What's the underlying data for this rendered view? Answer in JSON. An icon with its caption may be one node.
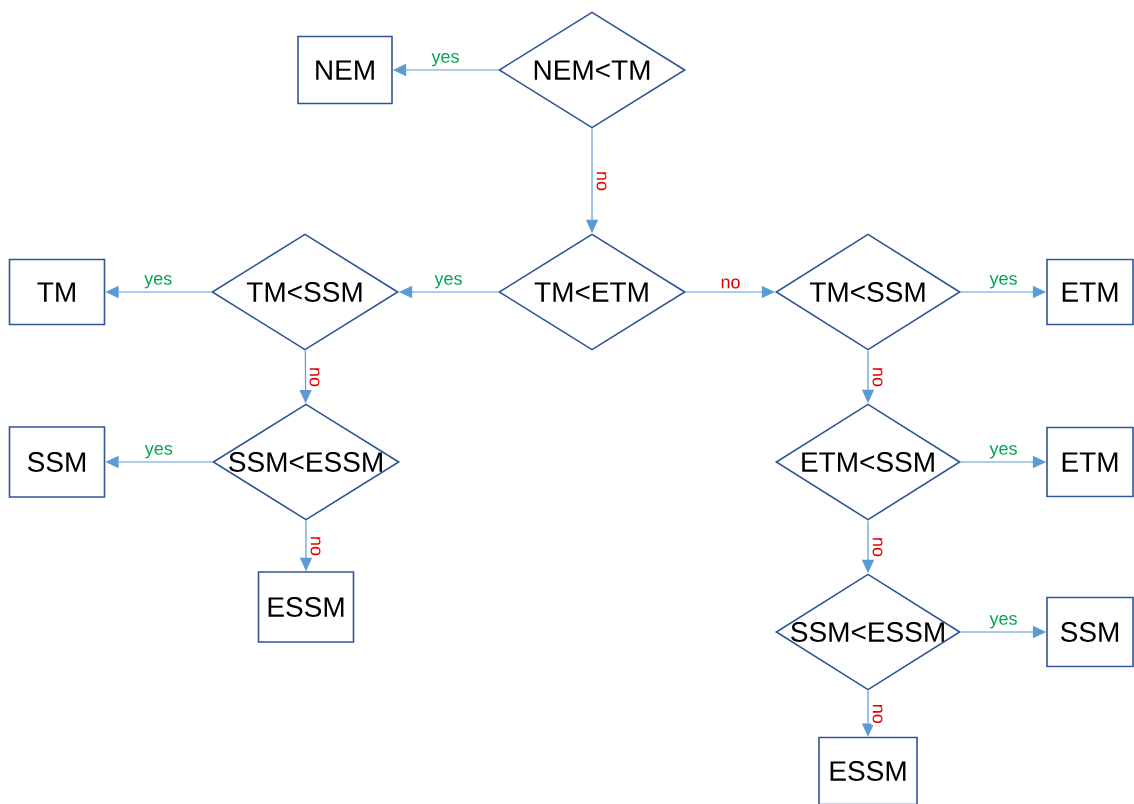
{
  "diagram": {
    "nodes": [
      {
        "text": [
          "NEM"
        ]
      },
      {
        "text": [
          "NEM<TM"
        ]
      },
      {
        "text": [
          "TM"
        ]
      },
      {
        "text": [
          "TM<SSM"
        ]
      },
      {
        "text": [
          "TM<ETM"
        ]
      },
      {
        "text": [
          "TM<SSM"
        ]
      },
      {
        "text": [
          "ETM"
        ]
      },
      {
        "text": [
          "SSM"
        ]
      },
      {
        "text": [
          "SSM<ESSM"
        ]
      },
      {
        "text": [
          "ETM<SSM"
        ]
      },
      {
        "text": [
          "ETM"
        ]
      },
      {
        "text": [
          "ESSM"
        ]
      },
      {
        "text": [
          "SSM<ESSM"
        ]
      },
      {
        "text": [
          "SSM"
        ]
      },
      {
        "text": [
          "ESSM"
        ]
      }
    ],
    "edges": [
      {
        "from": 1,
        "to": 0,
        "arrow": "to",
        "label": "yes"
      },
      {
        "from": 1,
        "to": 4,
        "arrow": "to",
        "label": "no"
      },
      {
        "from": 4,
        "to": 3,
        "arrow": "to",
        "label": "yes"
      },
      {
        "from": 3,
        "to": 2,
        "arrow": "to",
        "label": "yes"
      },
      {
        "from": 3,
        "to": 8,
        "arrow": "to",
        "label": "no"
      },
      {
        "from": 8,
        "to": 7,
        "arrow": "to",
        "label": "yes"
      },
      {
        "from": 8,
        "to": 11,
        "arrow": "to",
        "label": "no"
      },
      {
        "from": 4,
        "to": 5,
        "arrow": "to",
        "label": "no"
      },
      {
        "from": 5,
        "to": 6,
        "arrow": "to",
        "label": "yes"
      },
      {
        "from": 5,
        "to": 9,
        "arrow": "to",
        "label": "no"
      },
      {
        "from": 9,
        "to": 10,
        "arrow": "to",
        "label": "yes"
      },
      {
        "from": 9,
        "to": 12,
        "arrow": "to",
        "label": "no"
      },
      {
        "from": 12,
        "to": 13,
        "arrow": "to",
        "label": "yes"
      },
      {
        "from": 12,
        "to": 14,
        "arrow": "to",
        "label": "no"
      }
    ]
  }
}
